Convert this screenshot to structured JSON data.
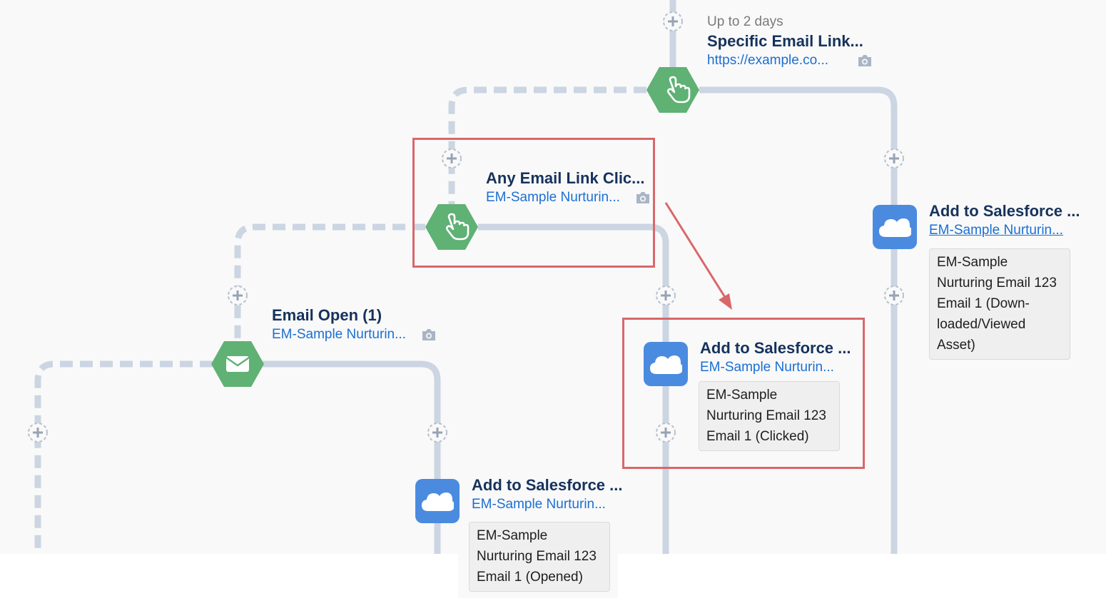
{
  "flow": {
    "specific_link_step": {
      "wait": "Up to 2 days",
      "title": "Specific Email Link...",
      "subtitle": "https://example.co..."
    },
    "any_link_step": {
      "title": "Any Email Link Clic...",
      "subtitle": "EM-Sample Nurturin..."
    },
    "email_open_step": {
      "title": "Email Open (1)",
      "subtitle": "EM-Sample Nurturin..."
    },
    "add_sf_downloaded": {
      "title": "Add to Salesforce ...",
      "subtitle": "EM-Sample Nurturin...",
      "note_lines": [
        "EM-Sample",
        "Nurturing Email 123",
        "Email 1 (Down-",
        "loaded/Viewed",
        "Asset)"
      ]
    },
    "add_sf_clicked": {
      "title": "Add to Salesforce ...",
      "subtitle": "EM-Sample Nurturin...",
      "note_lines": [
        "EM-Sample",
        "Nurturing Email 123",
        "Email 1 (Clicked)"
      ]
    },
    "add_sf_opened": {
      "title": "Add to Salesforce ...",
      "subtitle": "EM-Sample Nurturin...",
      "note_lines": [
        "EM-Sample",
        "Nurturing Email 123",
        "Email 1 (Opened)"
      ]
    }
  },
  "colors": {
    "connector": "#ccd5e2",
    "trigger_green": "#5fb174",
    "salesforce_blue": "#4a8be0",
    "highlight_red": "#d9676a",
    "title_navy": "#16325c",
    "link_blue": "#1b6fd3"
  },
  "icons": {
    "trigger": "pointer-hand-icon",
    "email": "envelope-icon",
    "salesforce": "salesforce-cloud-icon",
    "add": "plus-circle-icon",
    "preview": "camera-icon"
  }
}
